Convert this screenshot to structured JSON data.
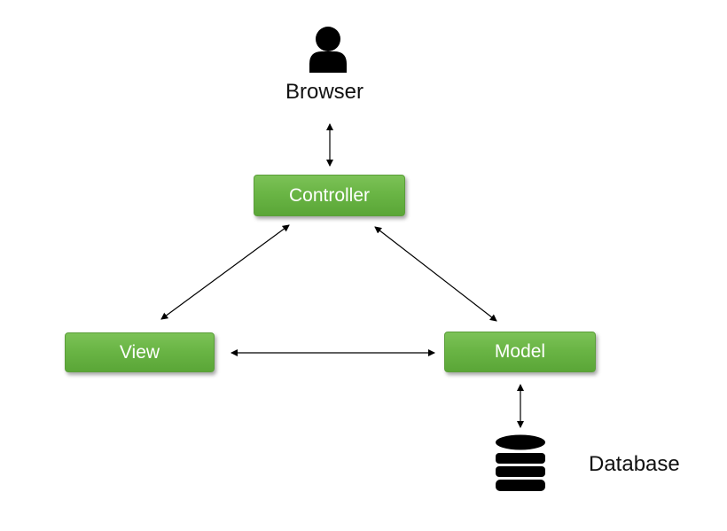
{
  "diagram": {
    "nodes": {
      "browser": {
        "label": "Browser",
        "icon": "user-icon"
      },
      "controller": {
        "label": "Controller"
      },
      "view": {
        "label": "View"
      },
      "model": {
        "label": "Model"
      },
      "database": {
        "label": "Database",
        "icon": "database-icon"
      }
    },
    "connections": [
      {
        "from": "browser",
        "to": "controller",
        "direction": "bidirectional"
      },
      {
        "from": "controller",
        "to": "view",
        "direction": "bidirectional"
      },
      {
        "from": "controller",
        "to": "model",
        "direction": "bidirectional"
      },
      {
        "from": "view",
        "to": "model",
        "direction": "bidirectional"
      },
      {
        "from": "model",
        "to": "database",
        "direction": "bidirectional"
      }
    ]
  },
  "colors": {
    "box_fill": "#6ab545",
    "box_text": "#ffffff",
    "arrow": "#000000",
    "icon": "#000000"
  }
}
